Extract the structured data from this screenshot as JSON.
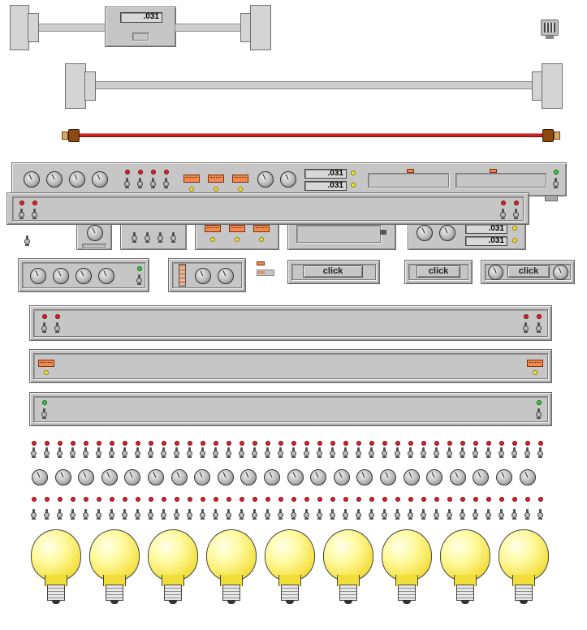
{
  "readouts": {
    "cable_box": ".031",
    "rack_top": ".031",
    "rack_bottom": ".031",
    "mini_top": ".031",
    "mini_bottom": ".031"
  },
  "buttons": {
    "click_1": "click",
    "click_2": "click",
    "click_3": "click"
  },
  "colors": {
    "panel": "#c6c6c6",
    "led_red": "#e0202a",
    "led_green": "#38d040",
    "led_yellow": "#f4e820",
    "jack_orange": "#f08a50",
    "bulb_yellow": "#f4e040",
    "wire_red": "#cc2020"
  },
  "icons": {
    "connector": "db-connector-icon",
    "knob": "rotary-knob-icon",
    "toggle": "toggle-switch-icon",
    "bulb": "light-bulb-icon",
    "led": "led-indicator-icon"
  }
}
